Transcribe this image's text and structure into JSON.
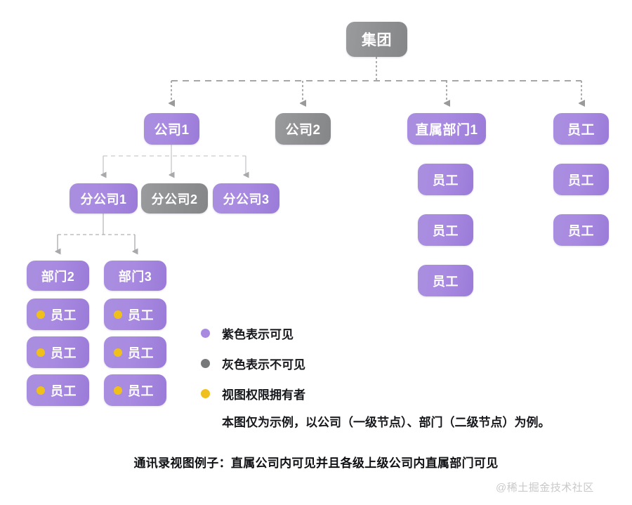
{
  "diagram": {
    "title_caption": "通讯录视图例子：直属公司内可见并且各级上级公司内直属部门可见",
    "watermark": "@稀土掘金技术社区",
    "colors": {
      "visible_purple": "#a98ae1",
      "hidden_gray": "#8f9092",
      "owner_yellow": "#efc01c",
      "edge_gray": "#9a9a9a",
      "edge_light": "#cfcfd2",
      "background": "#ffffff",
      "text_dark": "#16181c"
    },
    "nodes": {
      "root": {
        "label": "集团",
        "state": "hidden"
      },
      "level1": [
        {
          "label": "公司1",
          "state": "visible"
        },
        {
          "label": "公司2",
          "state": "hidden"
        },
        {
          "label": "直属部门1",
          "state": "visible"
        },
        {
          "label": "员工",
          "state": "visible"
        }
      ],
      "level2": [
        {
          "label": "分公司1",
          "state": "visible"
        },
        {
          "label": "分公司2",
          "state": "hidden"
        },
        {
          "label": "分公司3",
          "state": "visible"
        }
      ],
      "departments": [
        {
          "label": "部门2",
          "state": "visible"
        },
        {
          "label": "部门3",
          "state": "visible"
        }
      ],
      "dept2_employees": [
        {
          "label": "员工",
          "state": "visible",
          "owner": true
        },
        {
          "label": "员工",
          "state": "visible",
          "owner": true
        },
        {
          "label": "员工",
          "state": "visible",
          "owner": true
        }
      ],
      "dept3_employees": [
        {
          "label": "员工",
          "state": "visible",
          "owner": true
        },
        {
          "label": "员工",
          "state": "visible",
          "owner": true
        },
        {
          "label": "员工",
          "state": "visible",
          "owner": true
        }
      ],
      "dept1_employees": [
        {
          "label": "员工",
          "state": "visible",
          "owner": false
        },
        {
          "label": "员工",
          "state": "visible",
          "owner": false
        },
        {
          "label": "员工",
          "state": "visible",
          "owner": false
        }
      ],
      "group_employees": [
        {
          "label": "员工",
          "state": "visible",
          "owner": false
        },
        {
          "label": "员工",
          "state": "visible",
          "owner": false
        }
      ]
    },
    "legend": {
      "items": [
        {
          "color": "#a98ae1",
          "text": "紫色表示可见"
        },
        {
          "color": "#77787a",
          "text": "灰色表示不可见"
        },
        {
          "color": "#efc01c",
          "text": "视图权限拥有者"
        }
      ],
      "note": "本图仅为示例，以公司（一级节点）、部门（二级节点）为例。"
    }
  }
}
